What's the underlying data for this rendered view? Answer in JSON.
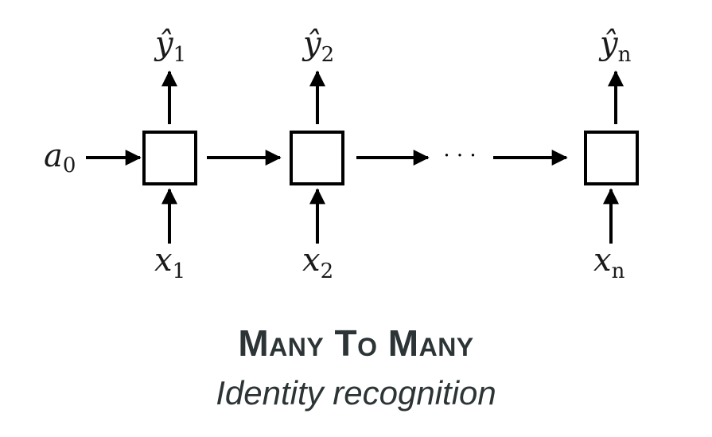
{
  "diagram": {
    "initial_state": {
      "base": "a",
      "sub": "0"
    },
    "ellipsis": "· · ·",
    "cells": [
      {
        "input": {
          "base": "x",
          "sub": "1"
        },
        "output": {
          "base": "ŷ",
          "sub": "1"
        }
      },
      {
        "input": {
          "base": "x",
          "sub": "2"
        },
        "output": {
          "base": "ŷ",
          "sub": "2"
        }
      },
      {
        "input": {
          "base": "x",
          "sub": "n"
        },
        "output": {
          "base": "ŷ",
          "sub": "n"
        }
      }
    ]
  },
  "caption": {
    "title": "Many To Many",
    "subtitle": "Identity recognition"
  }
}
